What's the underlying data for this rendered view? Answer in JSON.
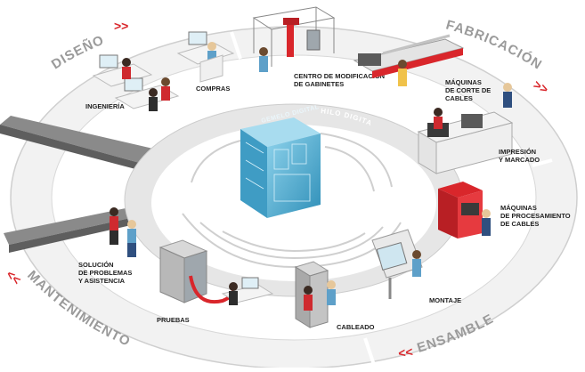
{
  "phases": {
    "diseno": "DISEÑO",
    "fabricacion": "FABRICACIÓN",
    "ensamble": "ENSAMBLE",
    "mantenimiento": "MANTENIMIENTO"
  },
  "chevrons": {
    "right": ">>",
    "left": "<<"
  },
  "center": {
    "thread_label": "HILO DIGITAL",
    "twin_label": "GEMELO DIGITAL"
  },
  "stations": {
    "ingenieria": "INGENIERÍA",
    "compras": "COMPRAS",
    "gabinetes": [
      "CENTRO DE MODIFICACIÓN",
      "DE GABINETES"
    ],
    "corte": [
      "MÁQUINAS",
      "DE CORTE DE",
      "CABLES"
    ],
    "impresion": [
      "IMPRESIÓN",
      "Y MARCADO"
    ],
    "procesamiento": [
      "MÁQUINAS",
      "DE PROCESAMIENTO",
      "DE CABLES"
    ],
    "montaje": "MONTAJE",
    "cableado": "CABLEADO",
    "pruebas": "PRUEBAS",
    "solucion": [
      "SOLUCIÓN",
      "DE PROBLEMAS",
      "Y ASISTENCIA"
    ]
  },
  "colors": {
    "accent": "#d9262b",
    "ring": "#e9e9e9",
    "ring_edge": "#cfcfcf",
    "twin": "#5fb7d8",
    "worker_shirt": "#cf2a2f",
    "worker_pants": "#2f4f7f"
  }
}
